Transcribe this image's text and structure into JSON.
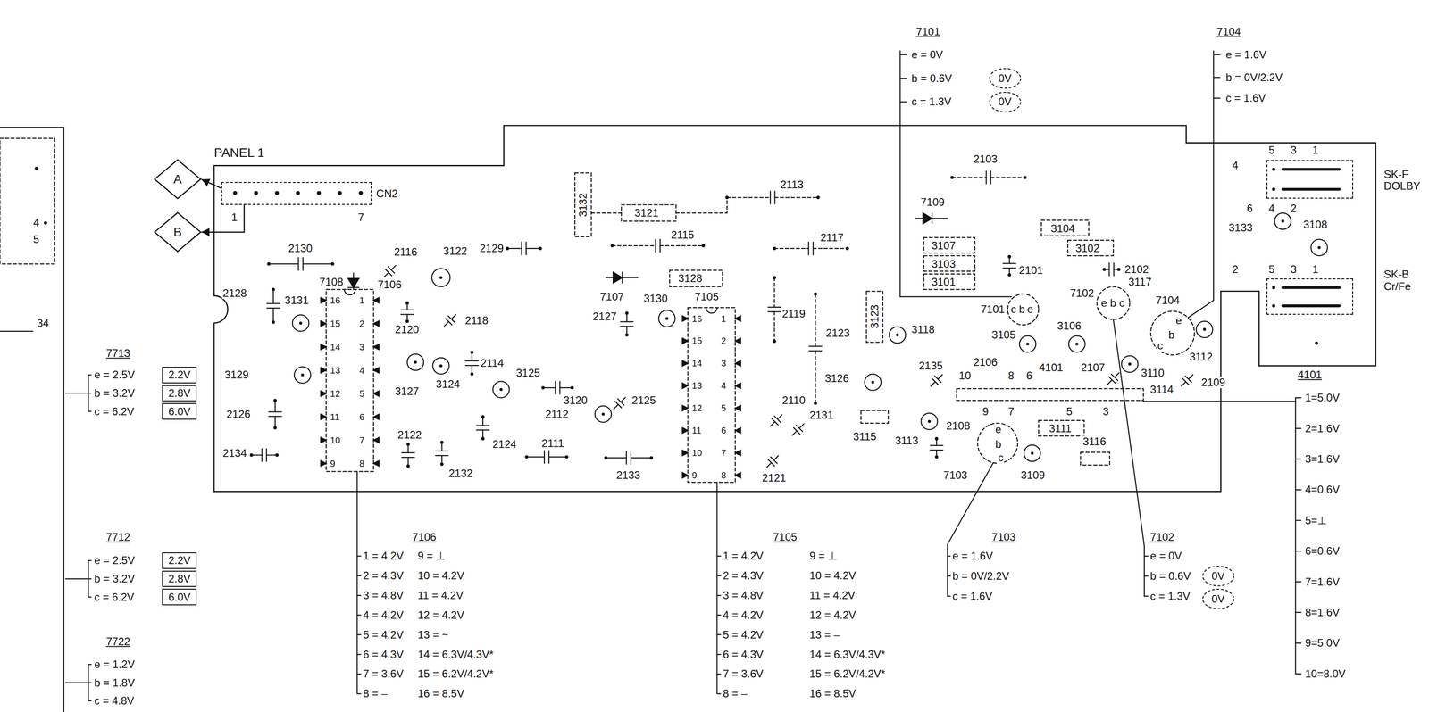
{
  "diagram": {
    "nodes": [
      {
        "text": [
          "0V"
        ]
      },
      {
        "text": [
          "0V"
        ]
      },
      {
        "text": [
          "PANEL 1"
        ]
      },
      {
        "text": [
          "CN2",
          "1",
          "7"
        ],
        "in": 2
      },
      {
        "text": [
          "A"
        ]
      },
      {
        "text": [
          "B"
        ]
      },
      {
        "text": [
          "SK-F DOLBY"
        ],
        "in": 2
      },
      {
        "text": [
          "SK-B Cr/Fe"
        ],
        "in": 2
      },
      {
        "text": [
          "2.2V"
        ]
      },
      {
        "text": [
          "2.8V"
        ]
      },
      {
        "text": [
          "6.0V"
        ]
      },
      {
        "text": [
          "2.2V"
        ]
      },
      {
        "text": [
          "2.8V"
        ]
      },
      {
        "text": [
          "6.0V"
        ]
      },
      {
        "text": [
          "0V"
        ]
      },
      {
        "text": [
          "0V"
        ]
      }
    ],
    "edges": [
      {
        "from": 3,
        "to": 4,
        "arrow": "to"
      },
      {
        "from": 3,
        "to": 5,
        "arrow": "to"
      }
    ],
    "labels": [
      "4",
      "5",
      "34",
      "7101",
      "e = 0V",
      "b = 0.6V",
      "c = 1.3V",
      "7104",
      "e = 1.6V",
      "b = 0V/2.2V",
      "c = 1.6V",
      "2103",
      "5",
      "3",
      "1",
      "4",
      "3132",
      "3121",
      "2113",
      "7109",
      "3104",
      "6",
      "4",
      "2",
      "3133",
      "3108",
      "3107",
      "3102",
      "2115",
      "2117",
      "2130",
      "2116",
      "3122",
      "2129",
      "3103",
      "2101",
      "2102",
      "2",
      "5",
      "3",
      "1",
      "3128",
      "3101",
      "3117",
      "7108",
      "7106",
      "2128",
      "7102",
      "3131",
      "7107",
      "3130",
      "7105",
      "7104",
      "7101",
      "c",
      "b",
      "e",
      "e",
      "b",
      "c",
      "2119",
      "2127",
      "2118",
      "3118",
      "2120",
      "3106",
      "3105",
      "e",
      "b",
      "c",
      "2123",
      "3123",
      "3112",
      "2114",
      "3110",
      "2135",
      "2106",
      "10",
      "8",
      "6",
      "4101",
      "2107",
      "3129",
      "3125",
      "3126",
      "2109",
      "3124",
      "3114",
      "3127",
      "2110",
      "2125",
      "3120",
      "9",
      "7",
      "5",
      "3",
      "2126",
      "2112",
      "2131",
      "3111",
      "e",
      "b",
      "c",
      "2108",
      "2122",
      "3115",
      "3113",
      "3116",
      "2111",
      "2124",
      "2134",
      "2132",
      "2133",
      "2121",
      "7103",
      "3109",
      "16",
      "1",
      "15",
      "2",
      "14",
      "3",
      "13",
      "4",
      "12",
      "5",
      "11",
      "6",
      "10",
      "7",
      "9",
      "8",
      "16",
      "1",
      "15",
      "2",
      "14",
      "3",
      "13",
      "4",
      "12",
      "5",
      "11",
      "6",
      "10",
      "7",
      "9",
      "8",
      "7713",
      "e = 2.5V",
      "b = 3.2V",
      "c = 6.2V",
      "4101",
      "1=5.0V",
      "2=1.6V",
      "3=1.6V",
      "4=0.6V",
      "5=⊥",
      "6=0.6V",
      "7=1.6V",
      "8=1.6V",
      "9=5.0V",
      "10=8.0V",
      "7106",
      "1 = 4.2V",
      "9 = ⊥",
      "2 = 4.3V",
      "10 = 4.2V",
      "3 = 4.8V",
      "11 = 4.2V",
      "4 = 4.2V",
      "12 = 4.2V",
      "5 = 4.2V",
      "13 = ~",
      "6 = 4.3V",
      "14 = 6.3V/4.3V*",
      "7 = 3.6V",
      "15 = 6.2V/4.2V*",
      "8 = –",
      "16 = 8.5V",
      "7105",
      "1 = 4.2V",
      "9 = ⊥",
      "2 = 4.3V",
      "10 = 4.2V",
      "3 = 4.8V",
      "11 = 4.2V",
      "4 = 4.2V",
      "12 = 4.2V",
      "5 = 4.2V",
      "13 = –",
      "6 = 4.3V",
      "14 = 6.3V/4.3V*",
      "7 = 3.6V",
      "15 = 6.2V/4.2V*",
      "8 = –",
      "16 = 8.5V",
      "7103",
      "e = 1.6V",
      "b = 0V/2.2V",
      "c = 1.6V",
      "7102",
      "e = 0V",
      "b = 0.6V",
      "c = 1.3V",
      "7712",
      "e = 2.5V",
      "b = 3.2V",
      "c = 6.2V",
      "7722",
      "e = 1.2V",
      "b = 1.8V",
      "c = 4.8V"
    ]
  }
}
